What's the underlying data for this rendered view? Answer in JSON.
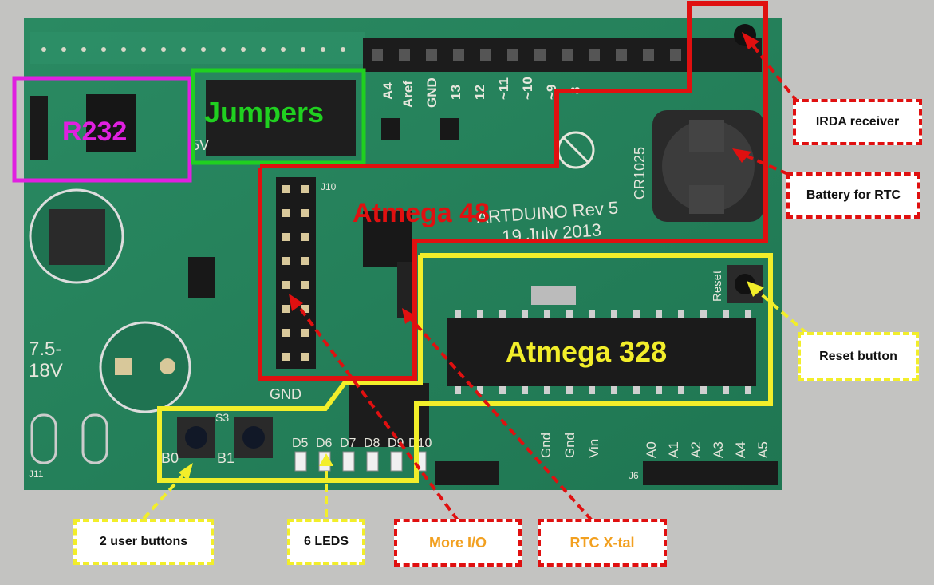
{
  "board": {
    "zones": {
      "r232": "R232",
      "jumpers": "Jumpers",
      "atmega48": "Atmega 48",
      "atmega328": "Atmega 328"
    },
    "silkscreen": {
      "brand": "ARTDUINO Rev 5",
      "date": "19  July  2013",
      "battery": "CR1025",
      "gnd": "GND",
      "power": "7.5-",
      "power2": "18V",
      "reset": "Reset",
      "vcc": "5V",
      "j10": "J10",
      "j6": "J6",
      "j11": "J11",
      "b0": "B0",
      "b1": "B1",
      "s3": "S3",
      "header_pins": [
        "A4",
        "Aref",
        "GND",
        "13",
        "12",
        "~11",
        "~10",
        "~9",
        "8"
      ],
      "leds": [
        "D5",
        "D6",
        "D7",
        "D8",
        "D9",
        "D10"
      ],
      "analog": [
        "A0",
        "A1",
        "A2",
        "A3",
        "A4",
        "A5"
      ],
      "power_pins": [
        "Gnd",
        "Gnd",
        "Vin"
      ]
    }
  },
  "callouts": {
    "irda": "IRDA receiver",
    "battery": "Battery for RTC",
    "reset": "Reset button",
    "user_buttons": "2 user buttons",
    "leds": "6 LEDS",
    "more_io": "More I/O",
    "rtc_xtal": "RTC X-tal"
  },
  "colors": {
    "pcb": "#28865f",
    "red": "#e01010",
    "yellow": "#f2ee2a",
    "green": "#20d020",
    "magenta": "#e020e0",
    "orange": "#f2a020"
  }
}
